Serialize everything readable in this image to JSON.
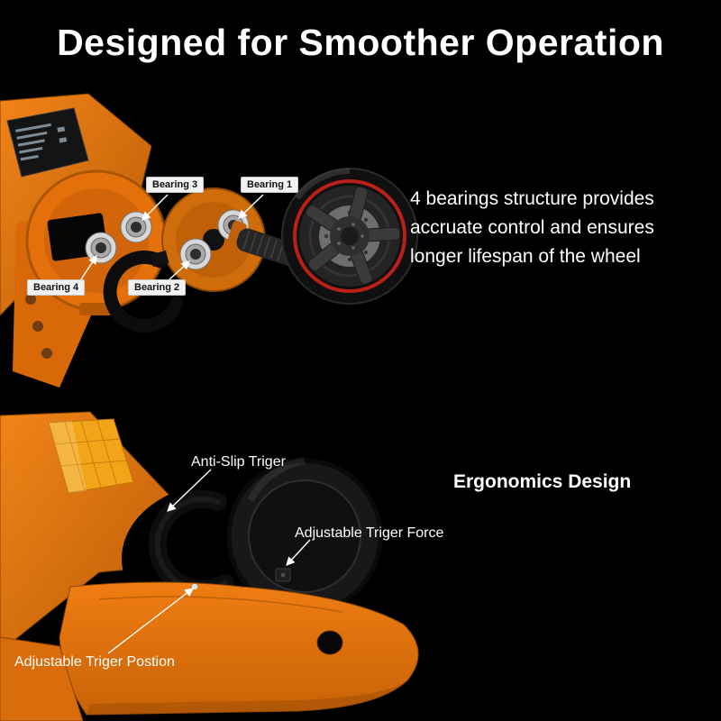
{
  "title": "Designed for Smoother Operation",
  "top_section": {
    "bearing_labels": {
      "bearing1": "Bearing 1",
      "bearing2": "Bearing 2",
      "bearing3": "Bearing 3",
      "bearing4": "Bearing 4"
    },
    "description": {
      "line1": "4 bearings structure provides",
      "line2": "accruate control and ensures",
      "line3": "longer lifespan of the wheel"
    }
  },
  "bottom_section": {
    "heading": "Ergonomics Design",
    "labels": {
      "anti_slip_trigger": "Anti-Slip Triger",
      "trigger_force": "Adjustable Triger Force",
      "trigger_position": "Adjustable Triger Postion"
    }
  },
  "colors": {
    "background": "#000000",
    "text": "#ffffff",
    "body_orange": "#e8770f",
    "sticker_orange": "#f2a518",
    "wheel_red_stripe": "#bb2018",
    "label_box_bg": "#f2f2f2"
  }
}
